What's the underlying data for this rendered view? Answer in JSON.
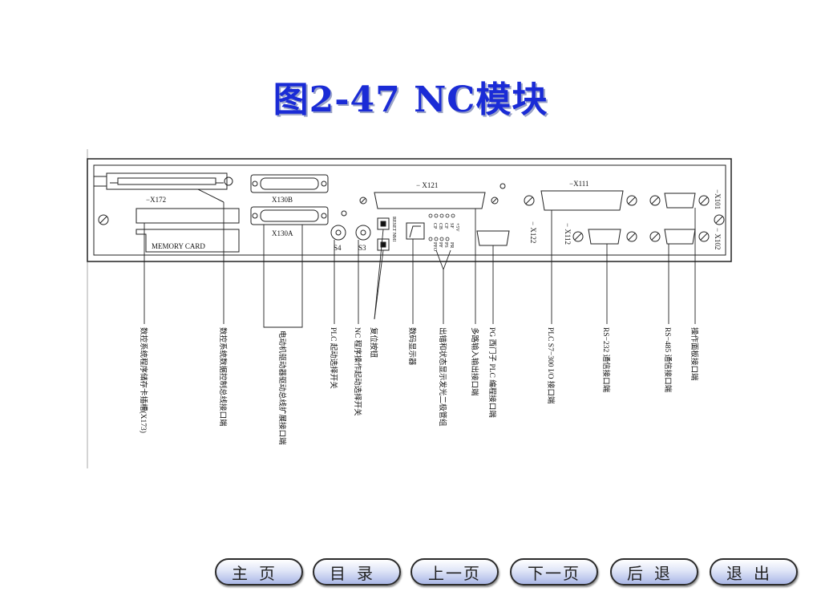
{
  "title": "图2-47 NC模块",
  "diagram": {
    "ports": {
      "x172": "−X172",
      "x130b": "X130B",
      "x130a": "X130A",
      "memory_card": "MEMORY CARD",
      "x121": "− X121",
      "x111": "−X111",
      "x122": "− X122",
      "x112": "− X112",
      "x101": "−X101",
      "x102": "− X102",
      "s4": "S4",
      "s3": "S3",
      "reset_nmi": "RESET NMI",
      "led_labels": [
        "+5V",
        "SF",
        "CF",
        "CB",
        "CP",
        "PR",
        "PS",
        "PF",
        "PFO"
      ]
    },
    "callouts": [
      "数控系统程序储存卡插槽(X173)",
      "数控系统数据控制总线接口端",
      "电动机驱动器驱动总线扩展接口端",
      "PLC 起动选择开关",
      "NC 程序操作起动选择开关",
      "复位按钮",
      "数码显示器",
      "出错和状态显示发光二极管组",
      "多路输入输出接口端",
      "PG 西门子 PLC 编程接口端",
      "PLC S7−300 I/O 接口端",
      "RS−232 通信接口端",
      "RS−485 通信接口端",
      "操作面板接口端"
    ]
  },
  "nav": {
    "home": "主页",
    "contents": "目录",
    "prev": "上一页",
    "next": "下一页",
    "back": "后退",
    "exit": "退出"
  }
}
